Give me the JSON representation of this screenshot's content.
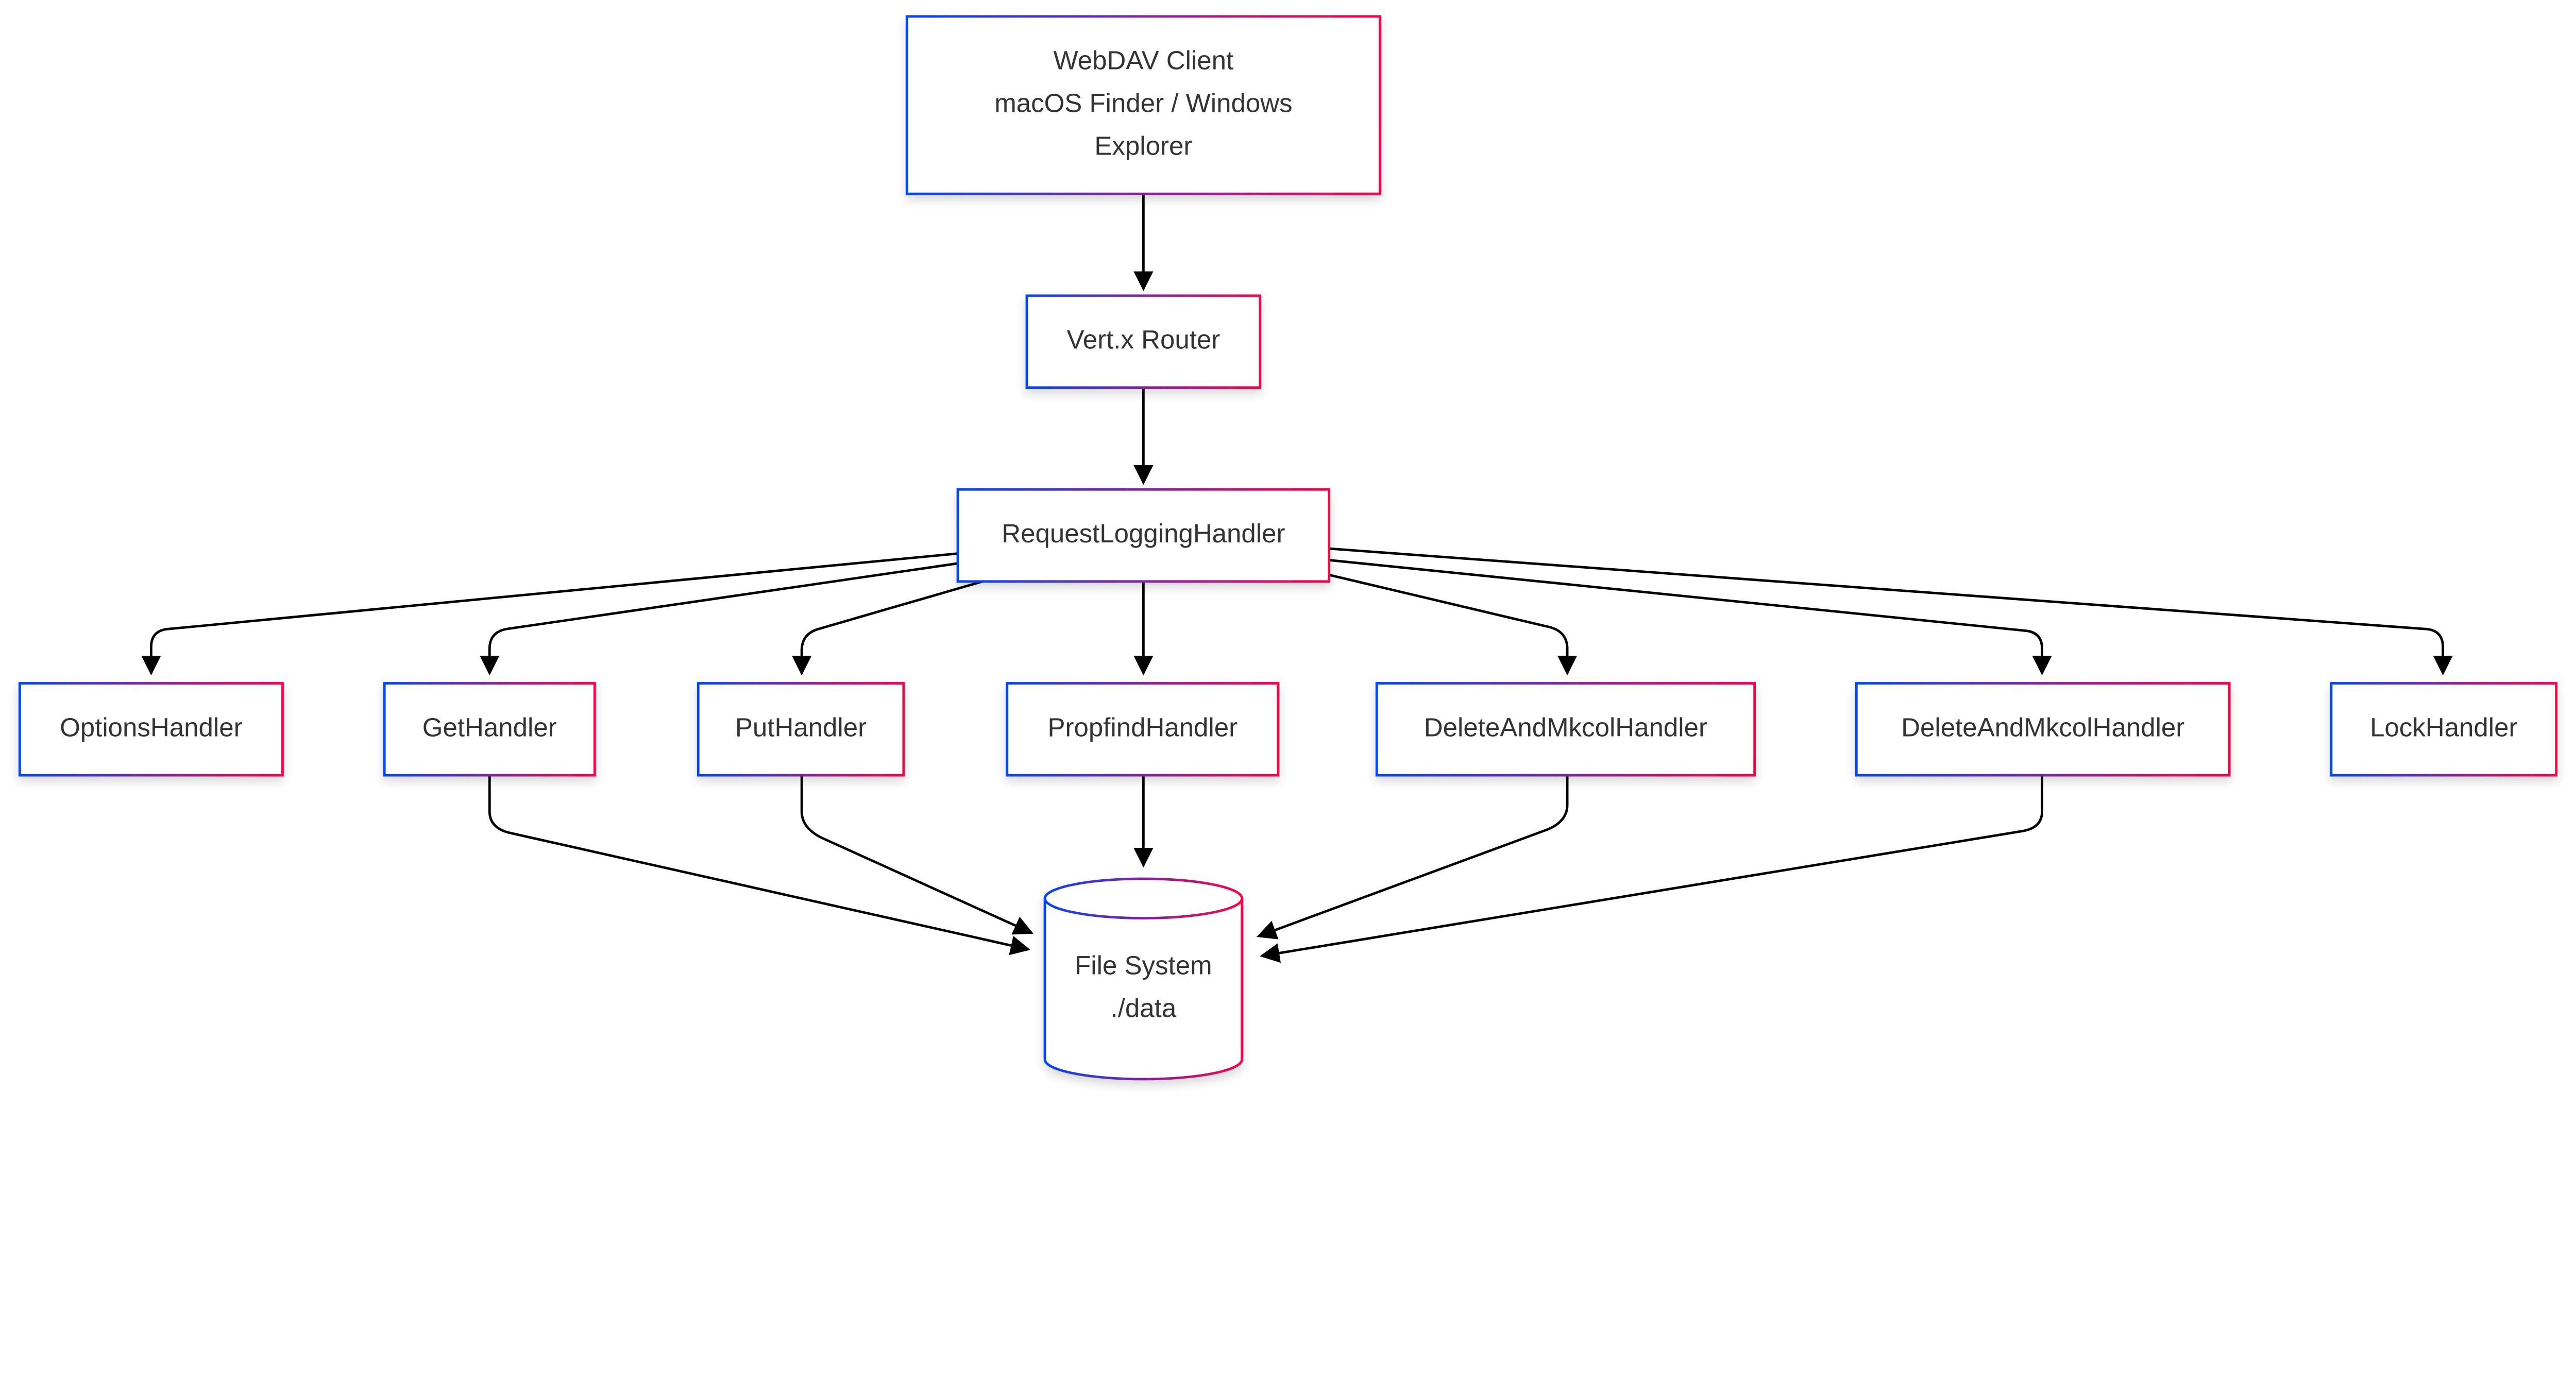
{
  "diagram": {
    "type": "flowchart",
    "colors": {
      "border_start": "#0044ff",
      "border_end": "#ff0044",
      "edge": "#000000",
      "text": "#333333",
      "background": "#ffffff"
    },
    "nodes": [
      {
        "id": "client",
        "shape": "rect",
        "lines": [
          "WebDAV Client",
          "macOS Finder / Windows",
          "Explorer"
        ]
      },
      {
        "id": "router",
        "shape": "rect",
        "lines": [
          "Vert.x Router"
        ]
      },
      {
        "id": "logging",
        "shape": "rect",
        "lines": [
          "RequestLoggingHandler"
        ]
      },
      {
        "id": "options",
        "shape": "rect",
        "lines": [
          "OptionsHandler"
        ]
      },
      {
        "id": "get",
        "shape": "rect",
        "lines": [
          "GetHandler"
        ]
      },
      {
        "id": "put",
        "shape": "rect",
        "lines": [
          "PutHandler"
        ]
      },
      {
        "id": "propfind",
        "shape": "rect",
        "lines": [
          "PropfindHandler"
        ]
      },
      {
        "id": "delete1",
        "shape": "rect",
        "lines": [
          "DeleteAndMkcolHandler"
        ]
      },
      {
        "id": "delete2",
        "shape": "rect",
        "lines": [
          "DeleteAndMkcolHandler"
        ]
      },
      {
        "id": "lock",
        "shape": "rect",
        "lines": [
          "LockHandler"
        ]
      },
      {
        "id": "fs",
        "shape": "cylinder",
        "lines": [
          "File System",
          "./data"
        ]
      }
    ],
    "edges": [
      {
        "from": "client",
        "to": "router"
      },
      {
        "from": "router",
        "to": "logging"
      },
      {
        "from": "logging",
        "to": "options"
      },
      {
        "from": "logging",
        "to": "get"
      },
      {
        "from": "logging",
        "to": "put"
      },
      {
        "from": "logging",
        "to": "propfind"
      },
      {
        "from": "logging",
        "to": "delete1"
      },
      {
        "from": "logging",
        "to": "delete2"
      },
      {
        "from": "logging",
        "to": "lock"
      },
      {
        "from": "get",
        "to": "fs"
      },
      {
        "from": "put",
        "to": "fs"
      },
      {
        "from": "propfind",
        "to": "fs"
      },
      {
        "from": "delete1",
        "to": "fs"
      },
      {
        "from": "delete2",
        "to": "fs"
      }
    ]
  }
}
